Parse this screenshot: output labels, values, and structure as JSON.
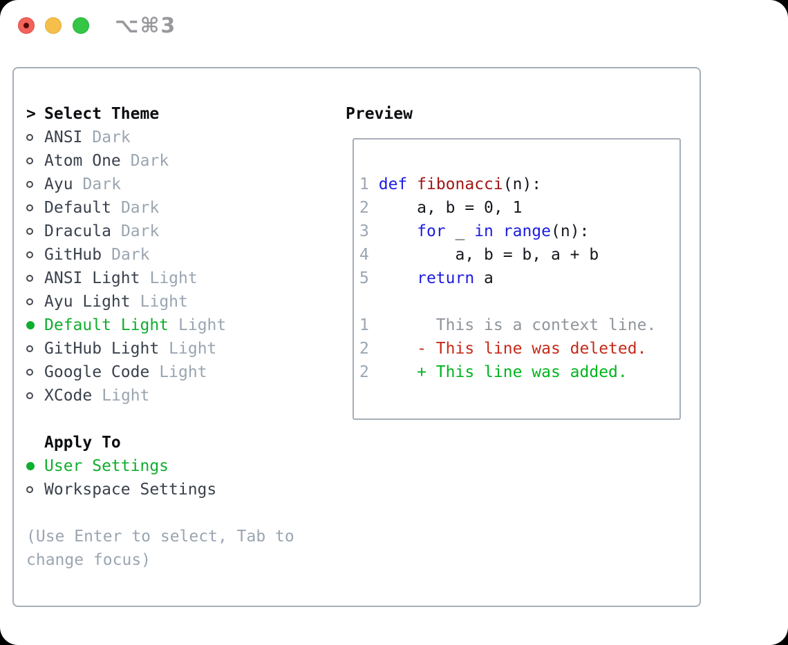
{
  "window": {
    "title": "⌥⌘3",
    "traffic_lights": [
      "close",
      "minimize",
      "zoom"
    ]
  },
  "theme_picker": {
    "heading_marker": ">",
    "heading": "Select Theme",
    "items": [
      {
        "name": "ANSI",
        "variant": "Dark",
        "selected": false
      },
      {
        "name": "Atom One",
        "variant": "Dark",
        "selected": false
      },
      {
        "name": "Ayu",
        "variant": "Dark",
        "selected": false
      },
      {
        "name": "Default",
        "variant": "Dark",
        "selected": false
      },
      {
        "name": "Dracula",
        "variant": "Dark",
        "selected": false
      },
      {
        "name": "GitHub",
        "variant": "Dark",
        "selected": false
      },
      {
        "name": "ANSI Light",
        "variant": "Light",
        "selected": false
      },
      {
        "name": "Ayu Light",
        "variant": "Light",
        "selected": false
      },
      {
        "name": "Default Light",
        "variant": "Light",
        "selected": true
      },
      {
        "name": "GitHub Light",
        "variant": "Light",
        "selected": false
      },
      {
        "name": "Google Code",
        "variant": "Light",
        "selected": false
      },
      {
        "name": "XCode",
        "variant": "Light",
        "selected": false
      }
    ],
    "apply_to": {
      "heading": "Apply To",
      "options": [
        {
          "label": "User Settings",
          "selected": true
        },
        {
          "label": "Workspace Settings",
          "selected": false
        }
      ]
    },
    "hint": "(Use Enter to select, Tab to change focus)"
  },
  "preview": {
    "heading": "Preview",
    "code_lines": [
      {
        "num": "1",
        "segments": [
          {
            "t": "def",
            "c": "keyword"
          },
          {
            "t": " "
          },
          {
            "t": "fibonacci",
            "c": "function"
          },
          {
            "t": "(n):"
          }
        ]
      },
      {
        "num": "2",
        "segments": [
          {
            "t": "    a, b = 0, 1"
          }
        ]
      },
      {
        "num": "3",
        "segments": [
          {
            "t": "    "
          },
          {
            "t": "for",
            "c": "keyword"
          },
          {
            "t": " _ "
          },
          {
            "t": "in",
            "c": "keyword"
          },
          {
            "t": " "
          },
          {
            "t": "range",
            "c": "keyword"
          },
          {
            "t": "(n):"
          }
        ]
      },
      {
        "num": "4",
        "segments": [
          {
            "t": "        a, b = b, a + b"
          }
        ]
      },
      {
        "num": "5",
        "segments": [
          {
            "t": "    "
          },
          {
            "t": "return",
            "c": "keyword"
          },
          {
            "t": " a"
          }
        ]
      },
      {
        "num": "",
        "segments": []
      },
      {
        "num": "1",
        "segments": [
          {
            "t": "      This is a context line.",
            "c": "context"
          }
        ]
      },
      {
        "num": "2",
        "segments": [
          {
            "t": "    - This line was deleted.",
            "c": "deleted"
          }
        ]
      },
      {
        "num": "2",
        "segments": [
          {
            "t": "    + This line was added.",
            "c": "added"
          }
        ]
      }
    ]
  },
  "colors": {
    "selection_green": "#0fae2e",
    "keyword_blue": "#1c1ce0",
    "function_red": "#a31515",
    "diff_deleted_red": "#c52a1a",
    "diff_added_green": "#00b41e",
    "muted_gray": "#9aa5b1",
    "panel_border": "#a6aeb8",
    "traffic_red": "#f2635c",
    "traffic_yellow": "#f5bf4c",
    "traffic_green": "#34c644"
  }
}
